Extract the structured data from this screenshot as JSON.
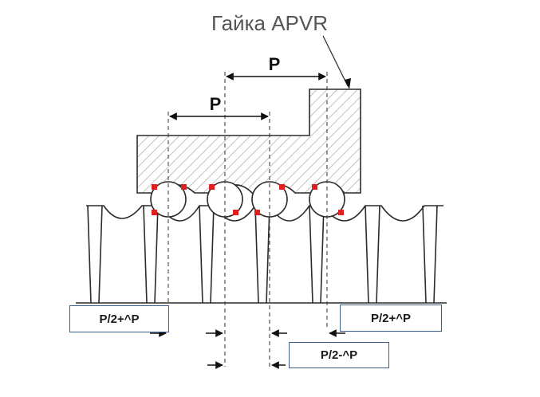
{
  "title": "Гайка APVR",
  "pitch_label_top": "P",
  "pitch_label_lower": "P",
  "offset_label_left": "P/2+^P",
  "offset_label_right": "P/2+^P",
  "offset_label_bottom": "P/2-^P",
  "colors": {
    "outline": "#2b2b2b",
    "hatch": "#9a9a9a",
    "contact_point": "#e02020",
    "box_border": "#3b5b8a",
    "dashed": "#444444"
  },
  "icons": [
    "leader-arrow-icon",
    "dimension-arrow-icon"
  ]
}
